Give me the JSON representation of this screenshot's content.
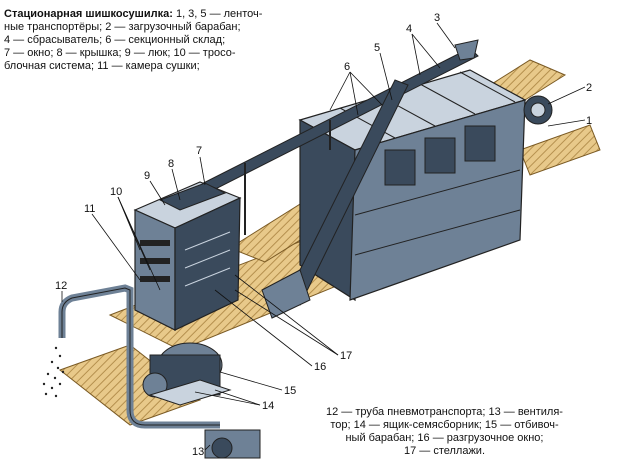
{
  "caption_top": {
    "title": "Стационарная шишкосушилка:",
    "line1_rest": "1, 3, 5 — ленточ-",
    "line2": "ные транспортёры; 2 — загрузочный барабан;",
    "line3": "4 — сбрасыватель; 6 — секционный склад;",
    "line4": "7 — окно; 8 — крышка; 9 — люк; 10 — тросо-",
    "line5": "блочная система; 11 — камера сушки;"
  },
  "caption_bottom": {
    "line1": "12 — труба пневмотранспорта; 13 — вентиля-",
    "line2": "тор; 14 — ящик-семясборник; 15 — отбивоч-",
    "line3": "ный барабан; 16 — разгрузочное окно;",
    "line4": "17 — стеллажи."
  },
  "labels": [
    "1",
    "2",
    "3",
    "4",
    "5",
    "6",
    "7",
    "8",
    "9",
    "10",
    "11",
    "12",
    "13",
    "14",
    "15",
    "16",
    "17"
  ],
  "colors": {
    "metal_dark": "#3a4a5c",
    "metal_mid": "#6e8196",
    "metal_light": "#c9d3de",
    "floor": "#e8c98a",
    "floor_stripe": "#b5904e",
    "ink": "#111111"
  }
}
